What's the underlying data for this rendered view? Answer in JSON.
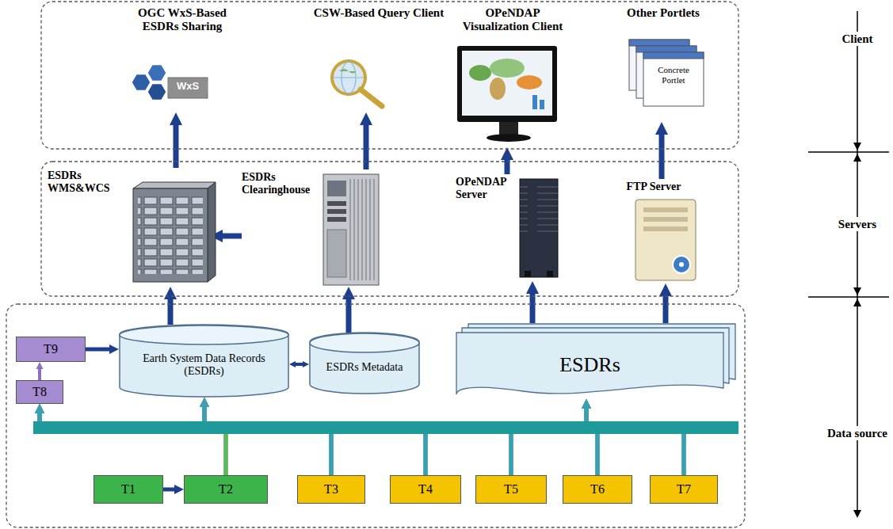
{
  "diagram": {
    "nodes": [
      {
        "text": [
          "OGC WxS-Based ESDRs Sharing"
        ]
      },
      {
        "text": [
          "CSW-Based Query Client"
        ]
      },
      {
        "text": [
          "OPeNDAP Visualization Client"
        ]
      },
      {
        "text": [
          "Other Portlets",
          "Concrete Portlet"
        ]
      },
      {
        "text": [
          "ESDRs WMS&WCS"
        ]
      },
      {
        "text": [
          "ESDRs Clearinghouse"
        ]
      },
      {
        "text": [
          "OPeNDAP Server"
        ]
      },
      {
        "text": [
          "FTP Server"
        ]
      },
      {
        "text": [
          "T9"
        ]
      },
      {
        "text": [
          "T8"
        ]
      },
      {
        "text": [
          "Earth System Data Records (ESDRs)"
        ]
      },
      {
        "text": [
          "ESDRs Metadata"
        ]
      },
      {
        "text": [
          "ESDRs"
        ]
      },
      {
        "text": [
          "T1"
        ]
      },
      {
        "text": [
          "T2"
        ]
      },
      {
        "text": [
          "T3"
        ]
      },
      {
        "text": [
          "T4"
        ]
      },
      {
        "text": [
          "T5"
        ]
      },
      {
        "text": [
          "T6"
        ]
      },
      {
        "text": [
          "T7"
        ]
      }
    ],
    "edges": [
      {
        "from": 4,
        "to": 0,
        "arrow": "to"
      },
      {
        "from": 5,
        "to": 1,
        "arrow": "to"
      },
      {
        "from": 6,
        "to": 2,
        "arrow": "to"
      },
      {
        "from": 7,
        "to": 3,
        "arrow": "to"
      },
      {
        "from": 5,
        "to": 4,
        "arrow": "to"
      },
      {
        "from": 10,
        "to": 4,
        "arrow": "to"
      },
      {
        "from": 11,
        "to": 5,
        "arrow": "to"
      },
      {
        "from": 12,
        "to": 6,
        "arrow": "to"
      },
      {
        "from": 12,
        "to": 7,
        "arrow": "to"
      },
      {
        "from": 10,
        "to": 11,
        "arrow": "both"
      },
      {
        "from": 9,
        "to": 8,
        "arrow": "to"
      },
      {
        "from": 8,
        "to": 10,
        "arrow": "to"
      },
      {
        "from": 13,
        "to": 14,
        "arrow": "to"
      },
      {
        "from": 14,
        "to": 10,
        "arrow": "to"
      },
      {
        "from": 14,
        "to": 12,
        "arrow": "to"
      },
      {
        "from": 14,
        "to": 9,
        "arrow": "to"
      },
      {
        "from": 15,
        "to": 10,
        "arrow": "to"
      },
      {
        "from": 15,
        "to": 12,
        "arrow": "to"
      },
      {
        "from": 15,
        "to": 9,
        "arrow": "to"
      },
      {
        "from": 16,
        "to": 10,
        "arrow": "to"
      },
      {
        "from": 16,
        "to": 12,
        "arrow": "to"
      },
      {
        "from": 16,
        "to": 9,
        "arrow": "to"
      },
      {
        "from": 17,
        "to": 10,
        "arrow": "to"
      },
      {
        "from": 17,
        "to": 12,
        "arrow": "to"
      },
      {
        "from": 17,
        "to": 9,
        "arrow": "to"
      },
      {
        "from": 18,
        "to": 10,
        "arrow": "to"
      },
      {
        "from": 18,
        "to": 12,
        "arrow": "to"
      },
      {
        "from": 18,
        "to": 9,
        "arrow": "to"
      },
      {
        "from": 19,
        "to": 10,
        "arrow": "to"
      },
      {
        "from": 19,
        "to": 12,
        "arrow": "to"
      },
      {
        "from": 19,
        "to": 9,
        "arrow": "to"
      }
    ],
    "labels": [
      "WxS",
      "Client",
      "Servers",
      "Data source"
    ]
  }
}
